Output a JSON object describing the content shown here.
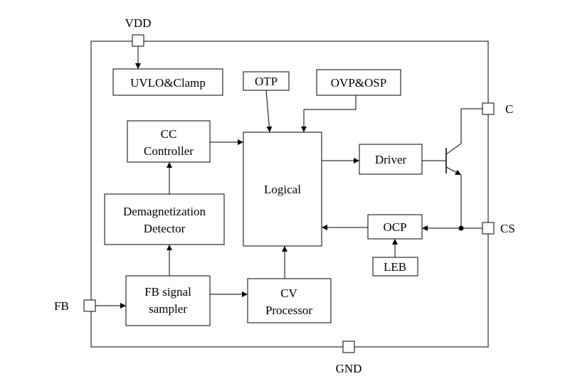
{
  "pins": {
    "vdd": "VDD",
    "c": "C",
    "cs": "CS",
    "fb": "FB",
    "gnd": "GND"
  },
  "blocks": {
    "uvlo": "UVLO&Clamp",
    "otp": "OTP",
    "ovp": "OVP&OSP",
    "cc_line1": "CC",
    "cc_line2": "Controller",
    "logical": "Logical",
    "driver": "Driver",
    "demag_line1": "Demagnetization",
    "demag_line2": "Detector",
    "ocp": "OCP",
    "leb": "LEB",
    "fb_line1": "FB signal",
    "fb_line2": "sampler",
    "cv_line1": "CV",
    "cv_line2": "Processor"
  }
}
